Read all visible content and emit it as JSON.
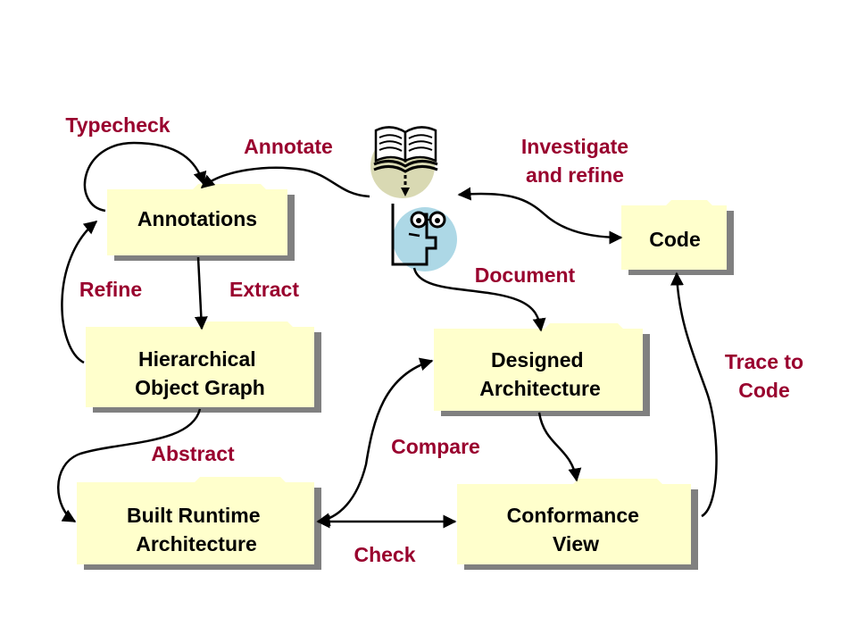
{
  "colors": {
    "box_fill": "#ffffcc",
    "box_shadow": "#808080",
    "label": "#99002e",
    "person_circle": "#add8e6",
    "book_circle": "#d9d9b3"
  },
  "boxes": {
    "annotations": [
      "Annotations"
    ],
    "graph": [
      "Hierarchical",
      "Object Graph"
    ],
    "built": [
      "Built Runtime",
      "Architecture"
    ],
    "designed": [
      "Designed",
      "Architecture"
    ],
    "conformance": [
      "Conformance",
      "View"
    ],
    "code": [
      "Code"
    ]
  },
  "labels": {
    "typecheck": "Typecheck",
    "annotate": "Annotate",
    "investigate_1": "Investigate",
    "investigate_2": "and refine",
    "refine": "Refine",
    "extract": "Extract",
    "document": "Document",
    "abstract": "Abstract",
    "compare": "Compare",
    "trace_1": "Trace to",
    "trace_2": "Code",
    "check": "Check"
  },
  "icons": [
    "book-icon",
    "person-icon"
  ]
}
